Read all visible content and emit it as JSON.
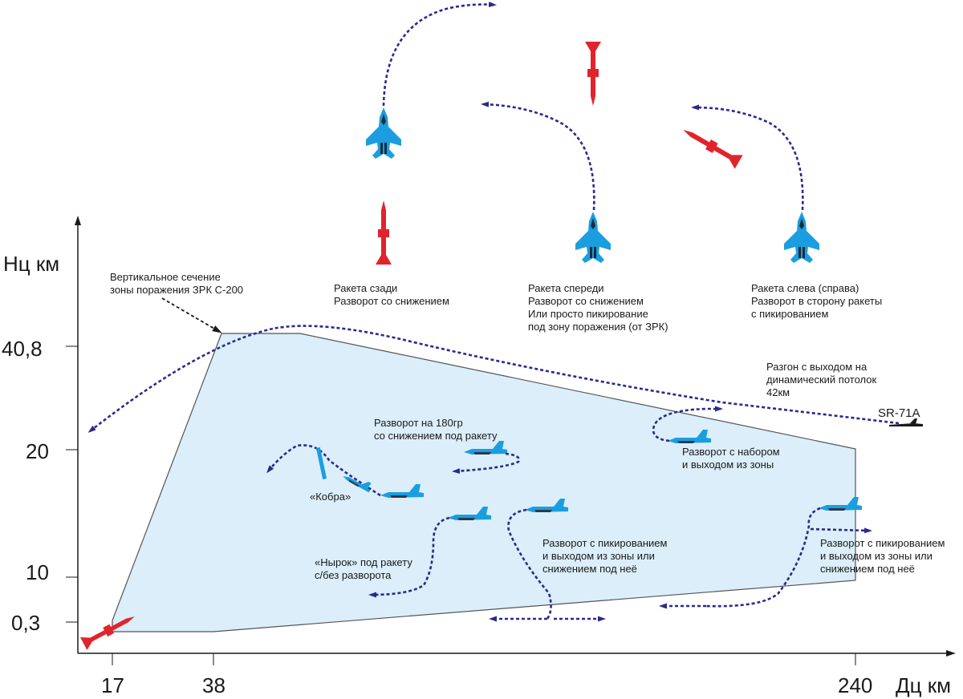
{
  "axes": {
    "y_title": "Нц км",
    "x_title": "Дц км",
    "y_ticks": [
      "40,8",
      "20",
      "10",
      "0,3"
    ],
    "x_ticks": [
      "17",
      "38",
      "240"
    ]
  },
  "zone_label": [
    "Вертикальное сечение",
    "зоны поражения ЗРК С-200"
  ],
  "top_scenarios": [
    {
      "lines": [
        "Ракета сзади",
        "Разворот со снижением"
      ]
    },
    {
      "lines": [
        "Ракета спереди",
        "Разворот со снижением",
        "Или просто пикирование",
        "под зону поражения (от ЗРК)"
      ]
    },
    {
      "lines": [
        "Ракета слева (справа)",
        "Разворот в сторону ракеты",
        "с пикированием"
      ]
    }
  ],
  "accel_label": [
    "Разгон с выходом на",
    "динамический потолок",
    "42км"
  ],
  "sr71_label": "SR-71A",
  "maneuvers": {
    "turn180": [
      "Разворот на 180гр",
      "со снижением под ракету"
    ],
    "climb_exit": [
      "Разворот с набором",
      "и выходом из зоны"
    ],
    "cobra": "«Кобра»",
    "dive_under": [
      "«Нырок» под ракету",
      "с/без разворота"
    ],
    "dive_exit_mid": [
      "Разворот с пикированием",
      "и выходом из зоны или",
      "снижением под неё"
    ],
    "dive_exit_right": [
      "Разворот с пикированием",
      "и выходом из зоны или",
      "снижением под неё"
    ]
  },
  "colors": {
    "zone_fill": "#dbeefa",
    "path": "#2b2a8a",
    "aircraft": "#1a9ee0",
    "missile": "#e0242c"
  },
  "icons": [
    "fighter-jet-icon",
    "missile-icon",
    "sr71-icon"
  ]
}
